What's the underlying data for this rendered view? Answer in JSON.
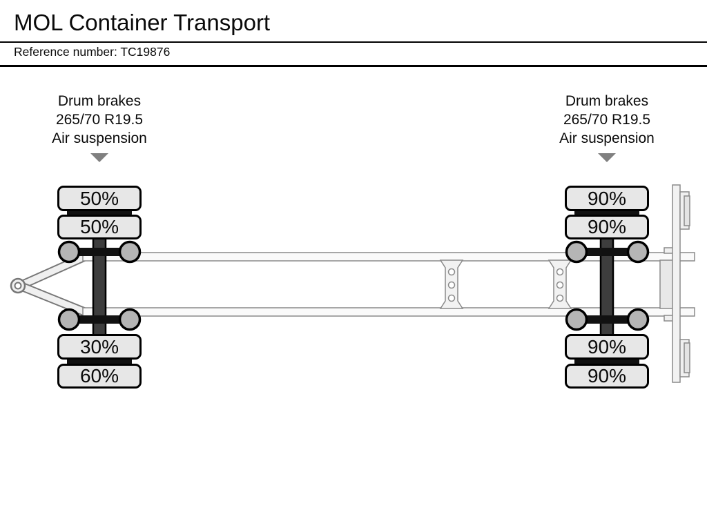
{
  "header": {
    "title": "MOL Container Transport",
    "reference": "Reference number: TC19876"
  },
  "colors": {
    "tire_box_fill": "#e7e7e7",
    "axle_beam_dark": "#3d3d3d",
    "wheel_fill": "#b5b5b5",
    "chassis_fill": "#fafafa",
    "chassis_outline": "#888888",
    "arrow_gray": "#808080"
  },
  "axle_groups": [
    {
      "position": "front",
      "info_lines": [
        "Drum brakes",
        "265/70 R19.5",
        "Air suspension"
      ],
      "tire_conditions": [
        "50%",
        "50%",
        "30%",
        "60%"
      ]
    },
    {
      "position": "rear",
      "info_lines": [
        "Drum brakes",
        "265/70 R19.5",
        "Air suspension"
      ],
      "tire_conditions": [
        "90%",
        "90%",
        "90%",
        "90%"
      ]
    }
  ]
}
